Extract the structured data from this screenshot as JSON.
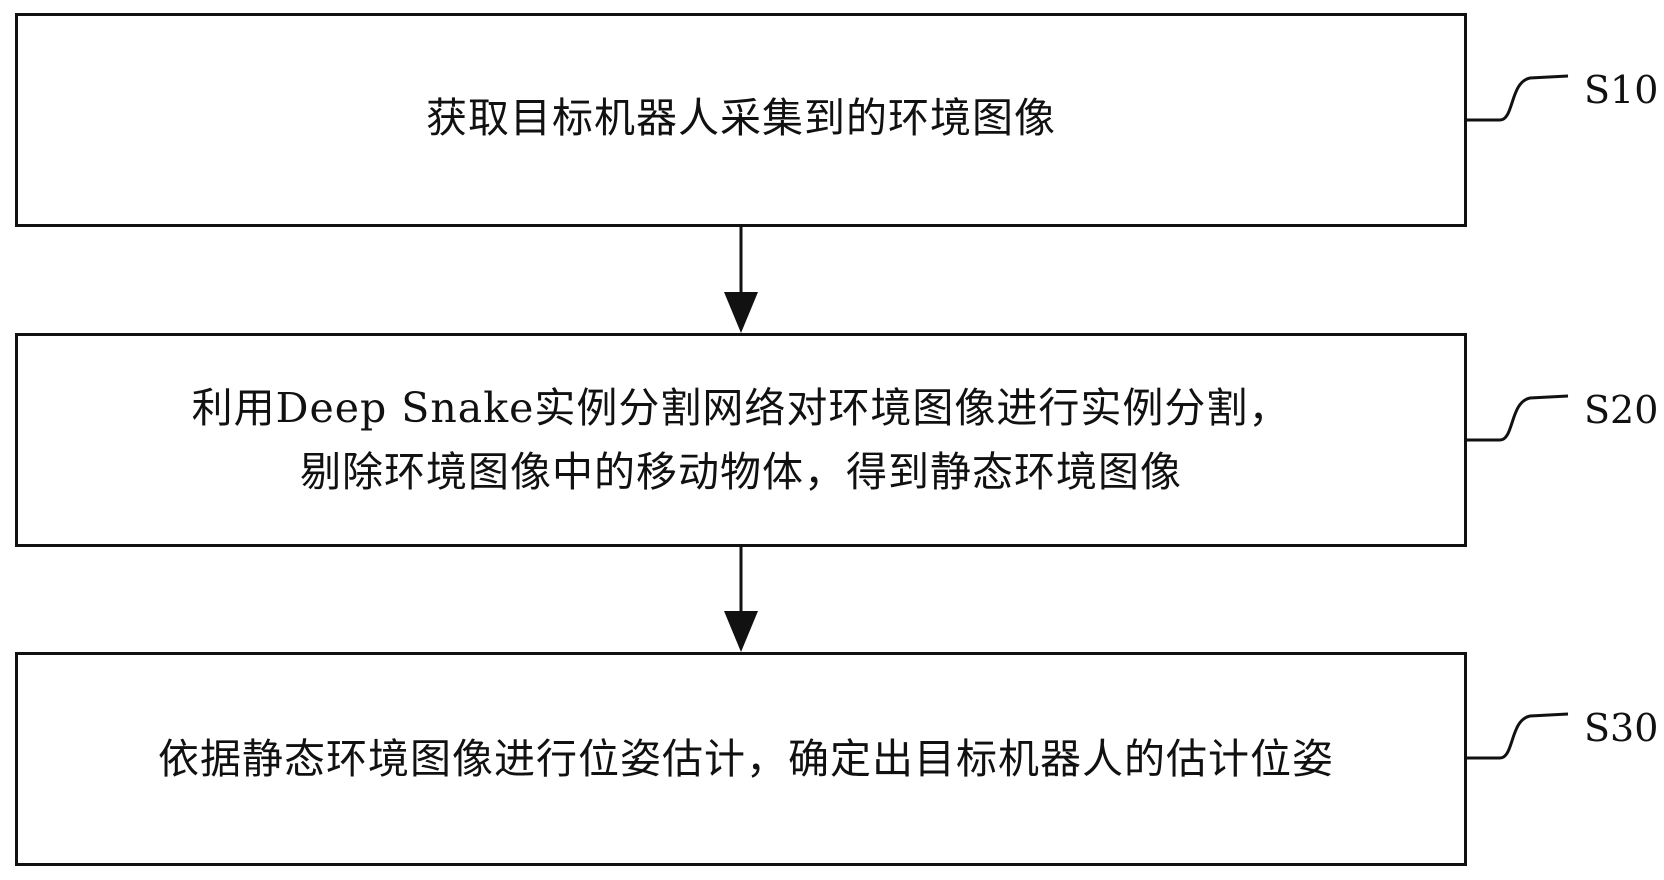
{
  "steps": [
    {
      "id": "S10",
      "lines": [
        "获取目标机器人采集到的环境图像"
      ]
    },
    {
      "id": "S20",
      "lines": [
        "利用Deep Snake实例分割网络对环境图像进行实例分割，",
        "剔除环境图像中的移动物体，得到静态环境图像"
      ]
    },
    {
      "id": "S30",
      "lines": [
        "依据静态环境图像进行位姿估计，确定出目标机器人的估计位姿"
      ]
    }
  ],
  "colors": {
    "stroke": "#111111",
    "background": "#ffffff"
  }
}
